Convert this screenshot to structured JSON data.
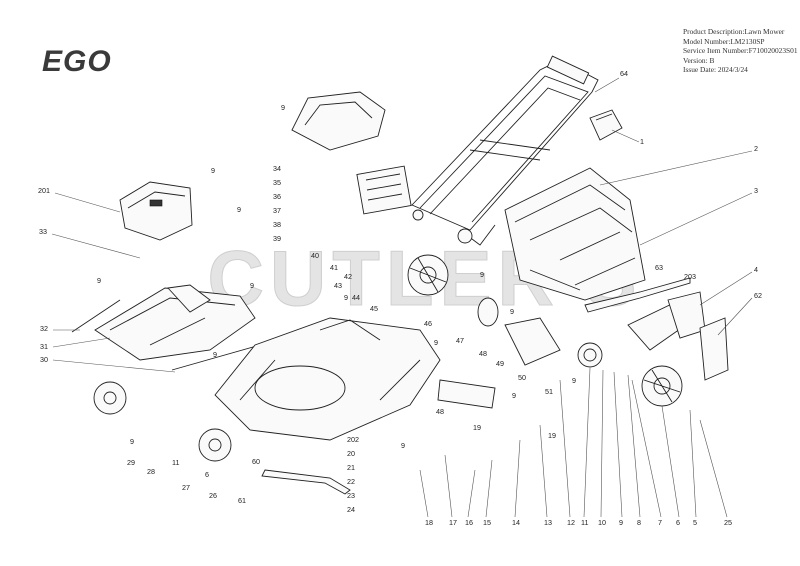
{
  "brand": {
    "logo_text": "EGO"
  },
  "header": {
    "product_description": "Product Description:Lawn Mower",
    "model_number": "Model Number:LM2130SP",
    "service_item_number": "Service Item Number:F710020023S01",
    "version": "Version:  B",
    "issue_date": "Issue Date:  2024/3/24"
  },
  "watermark": {
    "text": "CUTLER'S"
  },
  "callouts": [
    "201",
    "9",
    "33",
    "9",
    "32",
    "31",
    "30",
    "9",
    "29",
    "28",
    "11",
    "27",
    "6",
    "26",
    "60",
    "61",
    "34",
    "35",
    "36",
    "37",
    "38",
    "39",
    "40",
    "41",
    "42",
    "43",
    "44",
    "45",
    "46",
    "9",
    "9",
    "9",
    "9",
    "47",
    "48",
    "49",
    "48",
    "50",
    "9",
    "51",
    "9",
    "9",
    "19",
    "19",
    "18",
    "17",
    "16",
    "15",
    "14",
    "13",
    "12",
    "11",
    "10",
    "9",
    "8",
    "7",
    "6",
    "5",
    "25",
    "24",
    "23",
    "22",
    "21",
    "20",
    "202",
    "64",
    "1",
    "2",
    "3",
    "4",
    "62",
    "63",
    "203",
    "9",
    "9",
    "9",
    "9"
  ]
}
